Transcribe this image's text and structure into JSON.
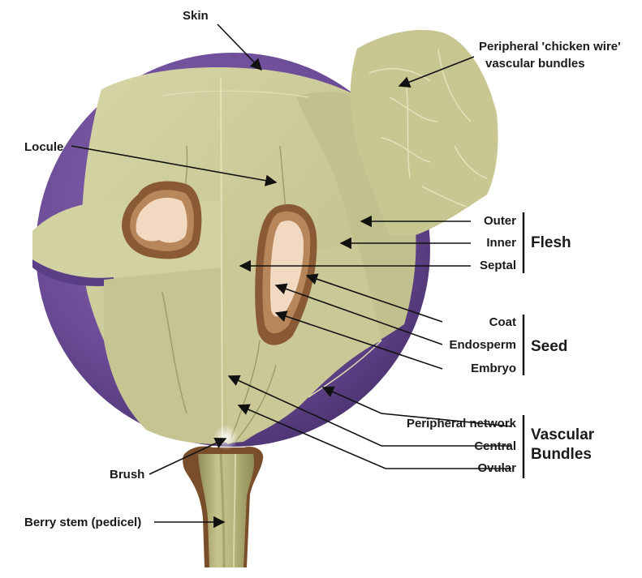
{
  "labels": {
    "skin": "Skin",
    "chicken_wire_line1": "Peripheral 'chicken wire'",
    "chicken_wire_line2": "vascular bundles",
    "locule": "Locule",
    "outer": "Outer",
    "inner": "Inner",
    "septal": "Septal",
    "flesh": "Flesh",
    "coat": "Coat",
    "endosperm": "Endosperm",
    "embryo": "Embryo",
    "seed": "Seed",
    "peripheral_network": "Peripheral network",
    "central": "Central",
    "ovular": "Ovular",
    "vascular_line1": "Vascular",
    "vascular_line2": "Bundles",
    "brush": "Brush",
    "berry_stem": "Berry stem (pedicel)"
  },
  "colors": {
    "skin": "#6b4b96",
    "skin_dark": "#4e3573",
    "flesh": "#c9c996",
    "flesh_light": "#d9d8aa",
    "flesh_shadow": "#b4b27f",
    "seed_coat": "#8a5a34",
    "seed_coat_light": "#b7865a",
    "endosperm": "#f1d9c2",
    "stem": "#b9b67e",
    "stem_dark": "#8f8c57",
    "stem_brown": "#7a4e2a"
  }
}
